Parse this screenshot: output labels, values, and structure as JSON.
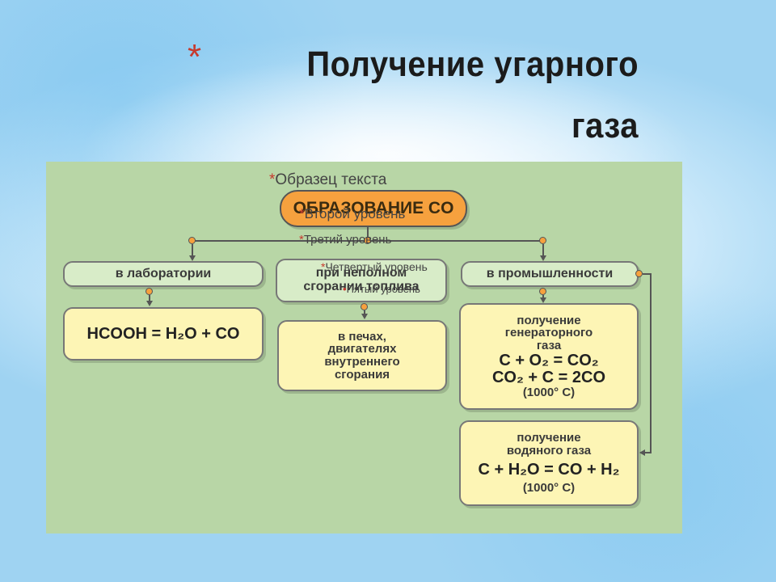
{
  "title": {
    "line1": "Получение угарного",
    "line2": "газа"
  },
  "diagram": {
    "root": "ОБРАЗОВАНИЕ CO",
    "branches": [
      {
        "label": "в лаборатории"
      },
      {
        "label_line1": "при неполном",
        "label_line2": "сгорании топлива"
      },
      {
        "label": "в промышленности"
      }
    ],
    "lab_formula": "HCOOH = H₂O + CO",
    "combustion_box": [
      "в печах,",
      "двигателях",
      "внутреннего",
      "сгорания"
    ],
    "generator_gas": {
      "line1": "получение",
      "line2": "генераторного",
      "line3": "газа",
      "formula1": "C + O₂ = CO₂",
      "formula2": "CO₂ + C = 2CO",
      "condition": "(1000° C)"
    },
    "water_gas": {
      "line1": "получение",
      "line2": "водяного газа",
      "formula": "C + H₂O = CO + H₂",
      "condition": "(1000° C)"
    }
  },
  "placeholder_levels": {
    "level1": "Образец текста",
    "level2": "Второй уровень",
    "level3": "Третий уровень",
    "level4": "Четвертый уровень",
    "level5": "Пятый уровень"
  },
  "colors": {
    "panel": "#b8d6a6",
    "box_green": "#d8ecc8",
    "box_yellow": "#fdf5b5",
    "root_orange": "#f6a13e",
    "bullet_red": "#c63a2e"
  }
}
